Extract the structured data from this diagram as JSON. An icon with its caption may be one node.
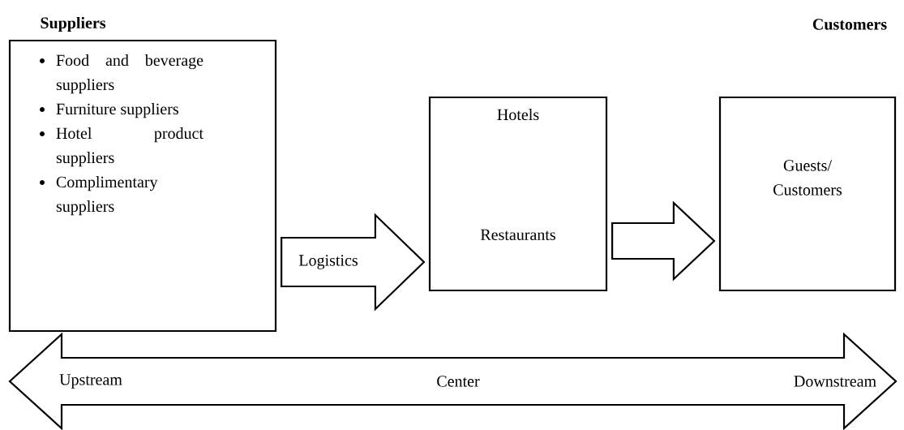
{
  "diagram": {
    "nodes": [
      {
        "text": [
          "Suppliers",
          "Food and beverage suppliers",
          "Furniture suppliers",
          "Hotel product suppliers",
          "Complimentary suppliers"
        ]
      },
      {
        "text": [
          "Hotels",
          "Restaurants"
        ]
      },
      {
        "text": [
          "Customers",
          "Guests/ Customers"
        ]
      },
      {
        "text": [
          "Upstream",
          "Center",
          "Downstream"
        ]
      }
    ],
    "edges": [
      {
        "from": 0,
        "to": 1,
        "arrow": "to",
        "label": "Logistics"
      },
      {
        "from": 1,
        "to": 2,
        "arrow": "to"
      }
    ]
  }
}
